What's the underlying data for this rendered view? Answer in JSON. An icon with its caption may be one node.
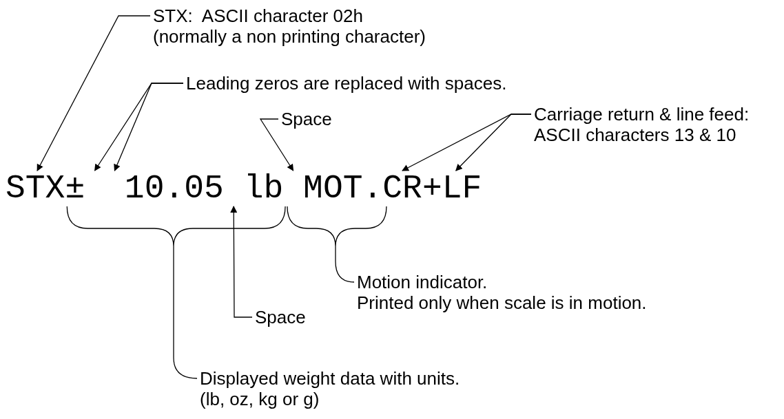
{
  "diagram": {
    "nodes": [
      {
        "text": [
          "STX:  ASCII character 02h",
          "(normally a non printing character)"
        ]
      },
      {
        "text": [
          "Leading zeros are replaced with spaces."
        ]
      },
      {
        "text": [
          "Space"
        ]
      },
      {
        "text": [
          "Carriage return & line feed:",
          "ASCII characters 13 & 10"
        ]
      },
      {
        "text": [
          "STX±  10.05 lb MOT.CR+LF"
        ]
      },
      {
        "text": [
          "Motion indicator.",
          "Printed only when scale is in motion."
        ]
      },
      {
        "text": [
          "Space"
        ]
      },
      {
        "text": [
          "Displayed weight data with units.",
          "(lb, oz, kg or g)"
        ]
      }
    ],
    "edges": [
      {
        "from": 0,
        "to": 4,
        "arrow": "to"
      },
      {
        "from": 1,
        "to": 4,
        "arrow": "to"
      },
      {
        "from": 1,
        "to": 4,
        "arrow": "to"
      },
      {
        "from": 2,
        "to": 4,
        "arrow": "to"
      },
      {
        "from": 3,
        "to": 4,
        "arrow": "to"
      },
      {
        "from": 3,
        "to": 4,
        "arrow": "to"
      },
      {
        "from": 5,
        "to": 4,
        "arrow": "none"
      },
      {
        "from": 6,
        "to": 4,
        "arrow": "to"
      },
      {
        "from": 7,
        "to": 4,
        "arrow": "none"
      }
    ]
  }
}
